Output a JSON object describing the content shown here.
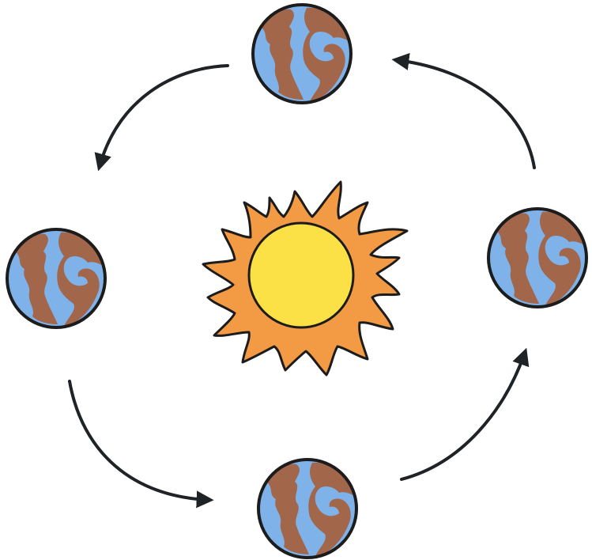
{
  "diagram": {
    "type": "earth-orbit-around-sun",
    "text": [],
    "direction": "counterclockwise",
    "nodes": [
      {
        "id": "sun",
        "kind": "sun",
        "icon": "sun-icon"
      },
      {
        "id": "earth-top",
        "kind": "planet",
        "icon": "earth-icon"
      },
      {
        "id": "earth-left",
        "kind": "planet",
        "icon": "earth-icon"
      },
      {
        "id": "earth-bottom",
        "kind": "planet",
        "icon": "earth-icon"
      },
      {
        "id": "earth-right",
        "kind": "planet",
        "icon": "earth-icon"
      }
    ],
    "edges": [
      {
        "from": "earth-top",
        "to": "earth-left",
        "icon": "curved-arrow-icon"
      },
      {
        "from": "earth-left",
        "to": "earth-bottom",
        "icon": "curved-arrow-icon"
      },
      {
        "from": "earth-bottom",
        "to": "earth-right",
        "icon": "curved-arrow-icon"
      },
      {
        "from": "earth-right",
        "to": "earth-top",
        "icon": "curved-arrow-icon"
      }
    ],
    "colors": {
      "ocean": "#7fb2e8",
      "land": "#a2664a",
      "outline": "#1c1c1c",
      "sun_core": "#fbe046",
      "sun_flare": "#f39a45",
      "arrow": "#1f2326",
      "background": "#ffffff"
    }
  }
}
